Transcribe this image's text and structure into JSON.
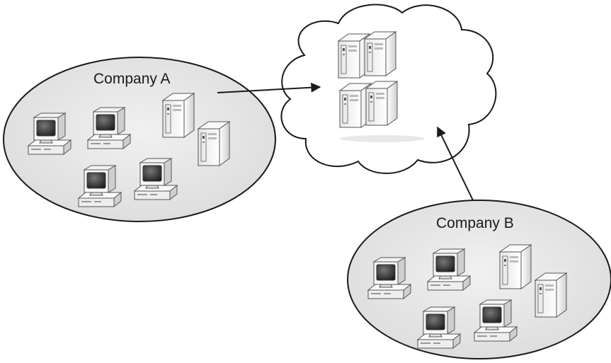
{
  "groups": [
    {
      "id": "company-a",
      "label": "Company A",
      "desktops": 4,
      "servers": 2
    },
    {
      "id": "company-b",
      "label": "Company B",
      "desktops": 4,
      "servers": 2
    }
  ],
  "cloud": {
    "servers": 4
  },
  "connections": [
    {
      "from": "company-a",
      "to": "cloud"
    },
    {
      "from": "company-b",
      "to": "cloud"
    }
  ]
}
